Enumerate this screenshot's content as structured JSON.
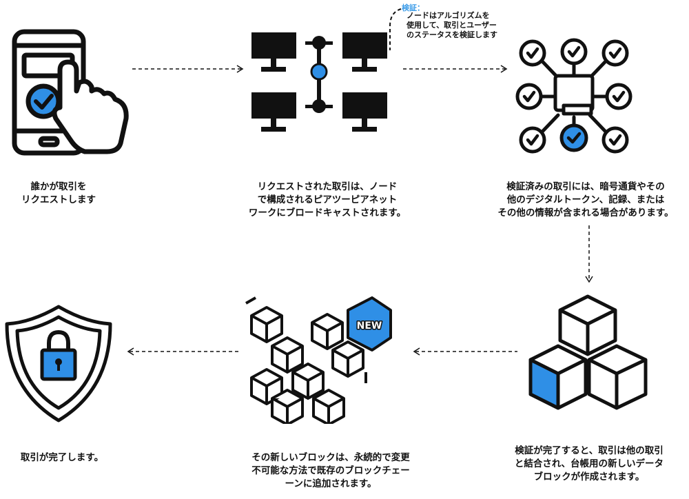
{
  "colors": {
    "accent": "#2f8fe6",
    "ink": "#111111"
  },
  "steps": [
    {
      "icon": "phone-tap-icon",
      "caption": "誰かが取引を\nリクエストします"
    },
    {
      "icon": "p2p-network-icon",
      "caption": "リクエストされた取引は、ノード\nで構成されるピアツーピアネット\nワークにブロードキャストされます。"
    },
    {
      "icon": "verified-nodes-icon",
      "caption": "検証済みの取引には、暗号通貨やその\n他のデジタルトークン、記録、または\nその他の情報が含まれる場合があります。"
    },
    {
      "icon": "data-block-icon",
      "caption": "検証が完了すると、取引は他の取引\nと結合され、台帳用の新しいデータ\nブロックが作成されます。"
    },
    {
      "icon": "blockchain-new-icon",
      "caption": "その新しいブロックは、永続的で変更\n不可能な方法で既存のブロックチェー\nーンに追加されます。",
      "badge": "NEW"
    },
    {
      "icon": "shield-lock-icon",
      "caption": "取引が完了します。"
    }
  ],
  "note": {
    "label": "検証：",
    "text": "ノードはアルゴリズムを\n使用して、取引とユーザー\nのステータスを検証します"
  }
}
